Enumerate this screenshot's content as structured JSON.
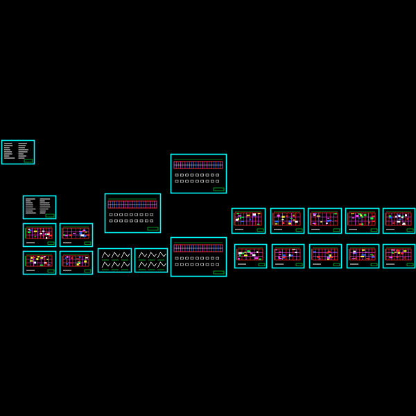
{
  "drawing": {
    "background": "#000000",
    "frame_color": "#00ffff",
    "line_colors": [
      "#ffffff",
      "#ff2a2a",
      "#ff4dff",
      "#00ff44",
      "#ffff33",
      "#2a66ff"
    ],
    "sheets": [
      {
        "id": "cover",
        "style": "text"
      },
      {
        "id": "notes",
        "style": "text"
      },
      {
        "id": "plan-a",
        "style": "plan"
      },
      {
        "id": "plan-b",
        "style": "plan"
      },
      {
        "id": "plan-c",
        "style": "plan"
      },
      {
        "id": "plan-d",
        "style": "plan"
      },
      {
        "id": "detail-a",
        "style": "detail"
      },
      {
        "id": "detail-b",
        "style": "detail"
      },
      {
        "id": "elev-mid",
        "style": "elevation"
      },
      {
        "id": "elev-top",
        "style": "elevation"
      },
      {
        "id": "elev-bot",
        "style": "elevation"
      },
      {
        "id": "r1-1",
        "style": "plan"
      },
      {
        "id": "r1-2",
        "style": "plan"
      },
      {
        "id": "r1-3",
        "style": "plan"
      },
      {
        "id": "r1-4",
        "style": "plan"
      },
      {
        "id": "r1-5",
        "style": "plan"
      },
      {
        "id": "r2-1",
        "style": "plan"
      },
      {
        "id": "r2-2",
        "style": "plan"
      },
      {
        "id": "r2-3",
        "style": "plan"
      },
      {
        "id": "r2-4",
        "style": "plan"
      },
      {
        "id": "r2-5",
        "style": "plan"
      }
    ]
  }
}
